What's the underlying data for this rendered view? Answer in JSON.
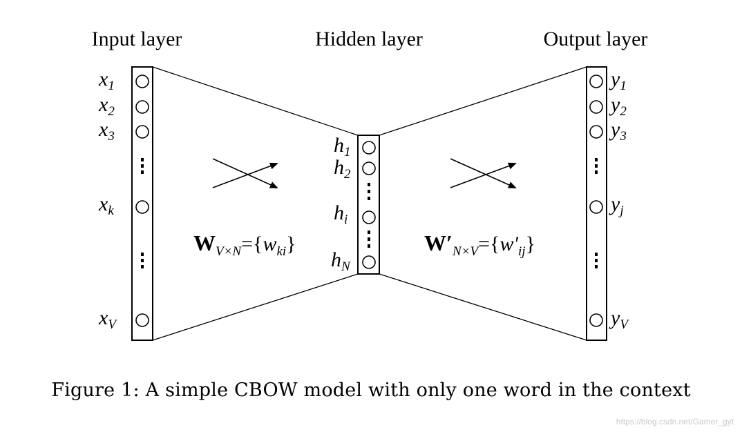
{
  "layers": {
    "input": {
      "title": "Input layer",
      "nodes": [
        {
          "base": "x",
          "sub": "1"
        },
        {
          "base": "x",
          "sub": "2"
        },
        {
          "base": "x",
          "sub": "3"
        },
        {
          "base": "x",
          "sub": "k"
        },
        {
          "base": "x",
          "sub": "V"
        }
      ]
    },
    "hidden": {
      "title": "Hidden layer",
      "nodes": [
        {
          "base": "h",
          "sub": "1"
        },
        {
          "base": "h",
          "sub": "2"
        },
        {
          "base": "h",
          "sub": "i"
        },
        {
          "base": "h",
          "sub": "N"
        }
      ]
    },
    "output": {
      "title": "Output layer",
      "nodes": [
        {
          "base": "y",
          "sub": "1"
        },
        {
          "base": "y",
          "sub": "2"
        },
        {
          "base": "y",
          "sub": "3"
        },
        {
          "base": "y",
          "sub": "j"
        },
        {
          "base": "y",
          "sub": "V"
        }
      ]
    }
  },
  "weights": {
    "input_hidden": {
      "symbol": "W",
      "dims": "V×N",
      "eq": "={",
      "elem": "w",
      "elem_sub": "ki",
      "close": "}"
    },
    "hidden_output": {
      "symbol": "W′",
      "dims": "N×V",
      "eq": "={",
      "elem": "w′",
      "elem_sub": "ij",
      "close": "}"
    }
  },
  "caption": "Figure 1: A simple CBOW model with only one word in the context",
  "watermark": "https://blog.csdn.net/Gamer_gyt"
}
